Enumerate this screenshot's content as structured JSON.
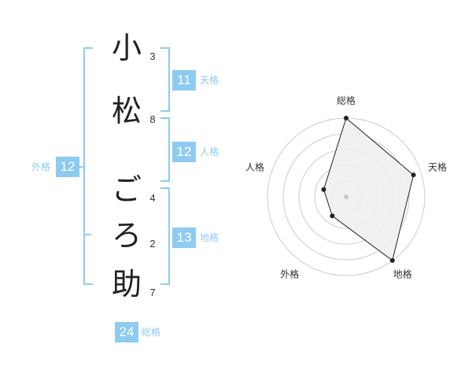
{
  "name": {
    "characters": [
      {
        "char": "小",
        "strokes": "3"
      },
      {
        "char": "松",
        "strokes": "8"
      },
      {
        "char": "ご",
        "strokes": "4"
      },
      {
        "char": "ろ",
        "strokes": "2"
      },
      {
        "char": "助",
        "strokes": "7"
      }
    ]
  },
  "fortunes": {
    "tenkaku": {
      "label": "天格",
      "value": "11"
    },
    "jinkaku": {
      "label": "人格",
      "value": "12"
    },
    "chikaku": {
      "label": "地格",
      "value": "13"
    },
    "gaikaku": {
      "label": "外格",
      "value": "12"
    },
    "soukaku": {
      "label": "総格",
      "value": "24"
    }
  },
  "colors": {
    "accent": "#8ecbf1",
    "accent_text": "#8ecbf1",
    "ink": "#222222",
    "grid": "#cccccc",
    "fill": "#f0f0f0",
    "center_dot": "#c8c8c8"
  },
  "chart_data": {
    "type": "radar",
    "axes": [
      "総格",
      "天格",
      "地格",
      "外格",
      "人格"
    ],
    "values": [
      5,
      4.5,
      5,
      1.5,
      1.5
    ],
    "range": [
      0,
      5
    ],
    "rings": 5
  }
}
